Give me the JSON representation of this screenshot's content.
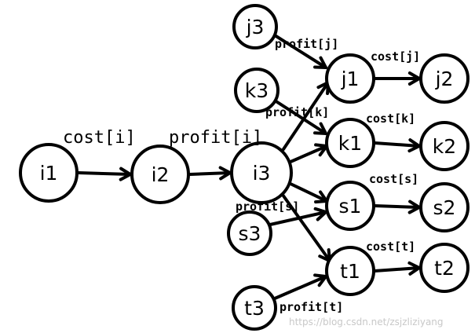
{
  "nodes": {
    "i1": "i1",
    "i2": "i2",
    "i3": "i3",
    "j3": "j3",
    "k3": "k3",
    "s3": "s3",
    "t3": "t3",
    "j1": "j1",
    "k1": "k1",
    "s1": "s1",
    "t1": "t1",
    "j2": "j2",
    "k2": "k2",
    "s2": "s2",
    "t2": "t2"
  },
  "labels": {
    "cost_i": "cost[i]",
    "profit_i": "profit[i]",
    "profit_j": "profit[j]",
    "profit_k": "profit[k]",
    "profit_s": "profit[s]",
    "profit_t": "profit[t]",
    "cost_j": "cost[j]",
    "cost_k": "cost[k]",
    "cost_s": "cost[s]",
    "cost_t": "cost[t]"
  },
  "watermark": "https://blog.csdn.net/zsjzliziyang"
}
